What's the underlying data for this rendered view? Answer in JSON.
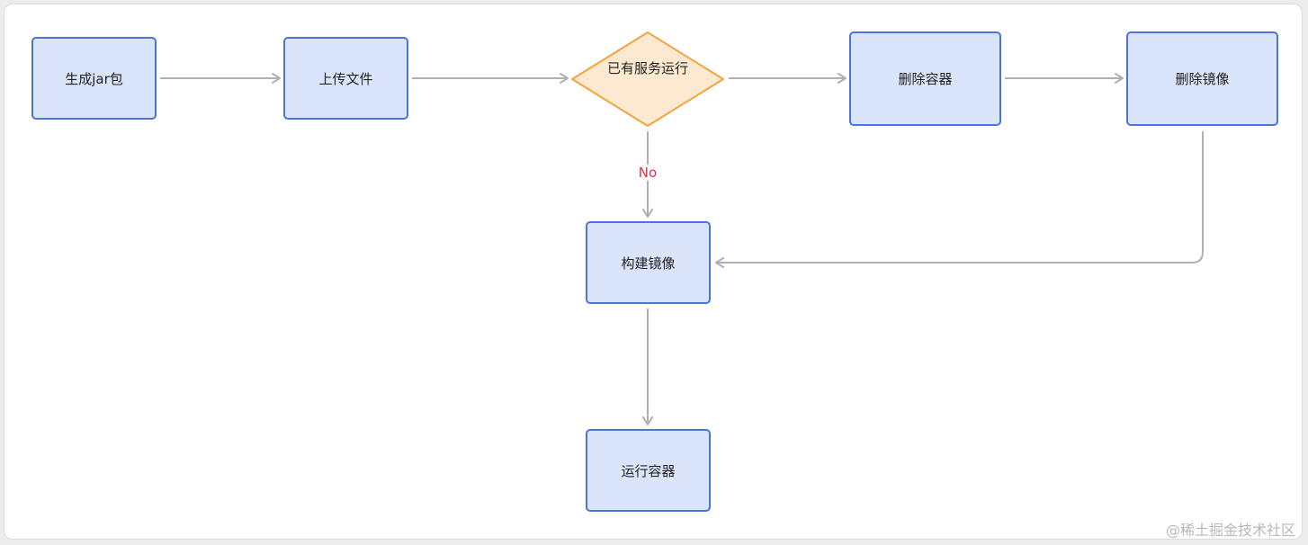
{
  "flowchart": {
    "nodes": {
      "build_jar": "生成jar包",
      "upload_files": "上传文件",
      "service_running": "已有服务运行",
      "delete_container": "删除容器",
      "delete_image": "删除镜像",
      "build_image": "构建镜像",
      "run_container": "运行容器"
    },
    "edge_labels": {
      "no": "No"
    }
  },
  "watermark": "@稀土掘金技术社区",
  "colors": {
    "node_fill": "#dae4fb",
    "node_border": "#4a74dc",
    "decision_fill": "#fde9cf",
    "decision_border": "#f4a340",
    "edge": "#b0b0b0",
    "no_label": "#e0304a"
  }
}
